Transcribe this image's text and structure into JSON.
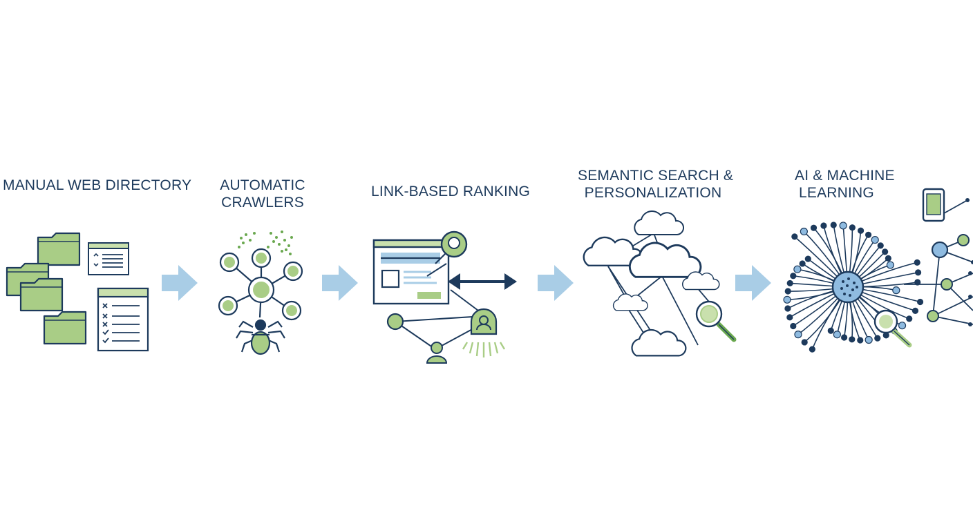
{
  "stages": [
    {
      "title_lines": [
        "MANUAL WEB DIRECTORY"
      ]
    },
    {
      "title_lines": [
        "AUTOMATIC",
        "CRAWLERS"
      ]
    },
    {
      "title_lines": [
        "LINK-BASED RANKING"
      ]
    },
    {
      "title_lines": [
        "SEMANTIC SEARCH &",
        "PERSONALIZATION"
      ]
    },
    {
      "title_lines": [
        "AI & MACHINE",
        "LEARNING"
      ]
    }
  ],
  "colors": {
    "ink": "#1d3a5c",
    "green_fill": "#a9cd86",
    "green_light": "#c9e0ad",
    "arrow_blue": "#a9cde6",
    "ai_blue": "#2f6fb5",
    "node_blue": "#8fbbe0"
  }
}
